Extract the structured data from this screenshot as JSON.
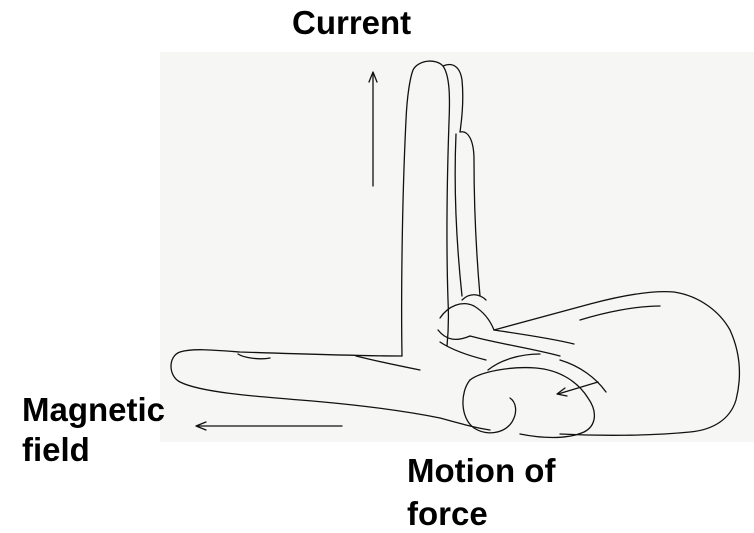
{
  "labels": {
    "current": "Current",
    "magnetic_field_line1": "Magnetic",
    "magnetic_field_line2": "field",
    "motion_of_force_line1": "Motion of",
    "motion_of_force_line2": "force"
  },
  "icons": {
    "hand": "left-hand-rule-hand-icon",
    "current_arrow": "arrow-up-icon",
    "field_arrow": "arrow-left-icon",
    "force_arrow": "arrow-down-left-icon"
  },
  "colors": {
    "ink": "#000000",
    "background": "#ffffff",
    "drawing_panel": "#f6f6f4"
  }
}
